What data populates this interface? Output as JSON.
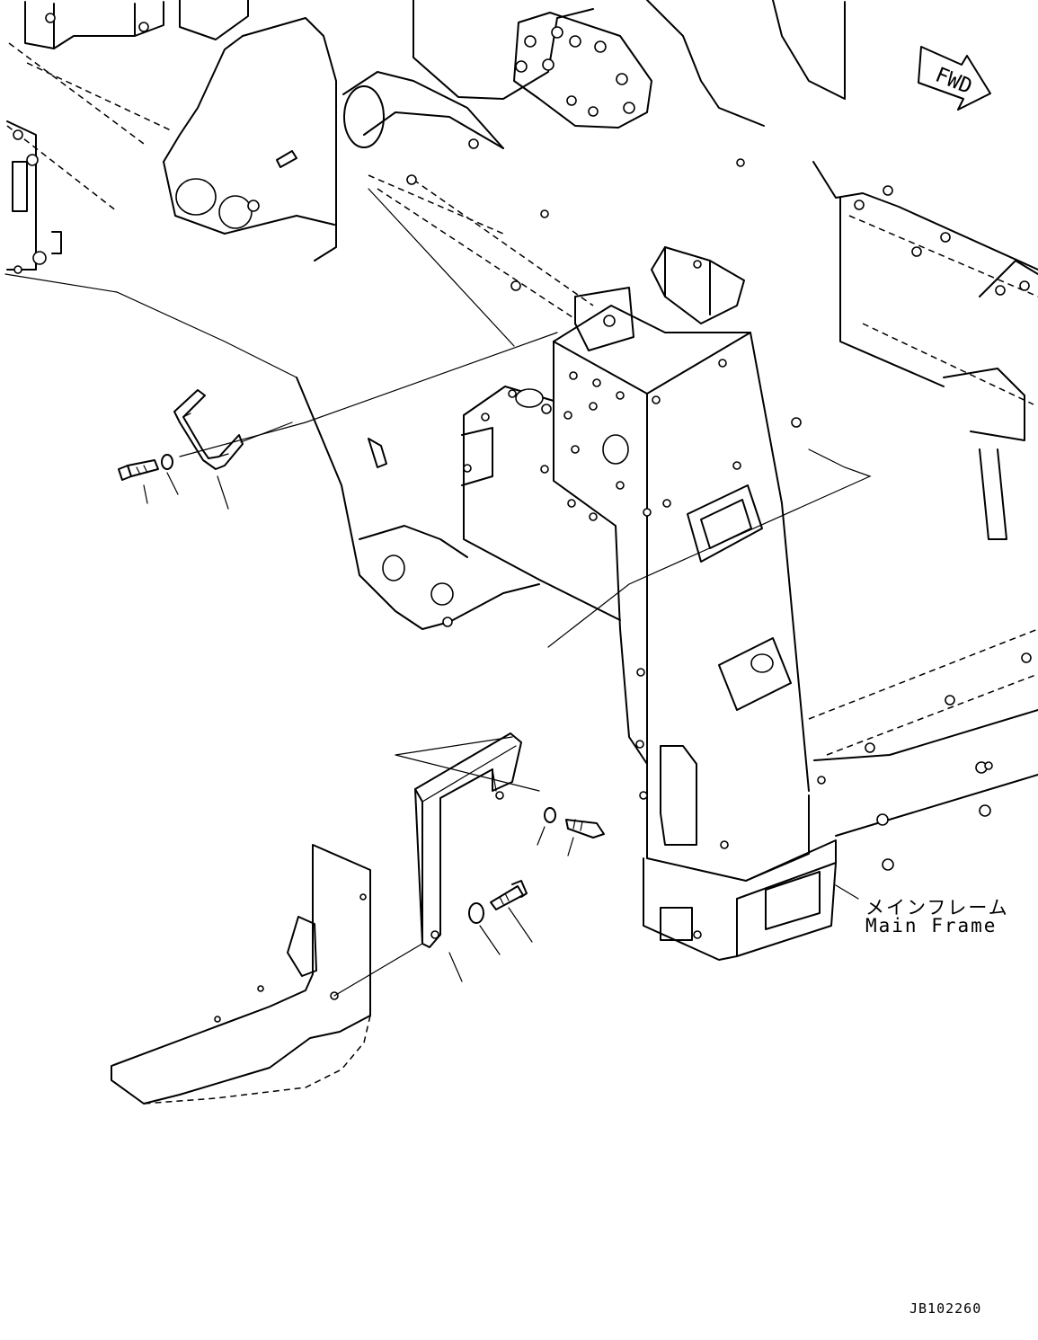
{
  "direction_arrow": {
    "label": "FWD"
  },
  "assembly_label": {
    "japanese": "メインフレーム",
    "english": "Main Frame"
  },
  "document_code": "JB102260"
}
